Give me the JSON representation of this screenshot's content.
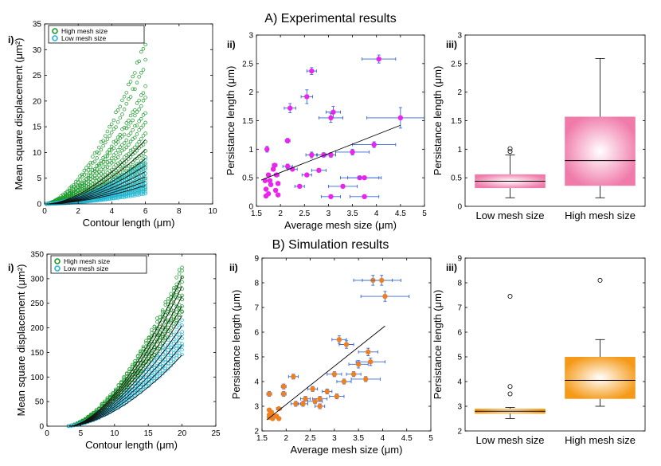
{
  "sections": [
    {
      "title": "A)  Experimental results"
    },
    {
      "title": "B)  Simulation results"
    }
  ],
  "colors": {
    "high": "#1a9a2a",
    "low": "#22b8d8",
    "exp_point": "#ee22ee",
    "sim_point": "#f07f1f",
    "errorbar": "#3566d6",
    "box_exp": "#f07aaa",
    "box_sim": "#f59a18"
  },
  "chart_data": [
    {
      "id": "A-i",
      "panel_label": "i)",
      "type": "scatter",
      "xlabel": "Contour length (μm)",
      "ylabel": "Mean square displacement (μm²)",
      "xlim": [
        0,
        10
      ],
      "ylim": [
        0,
        35
      ],
      "xticks": [
        0,
        2,
        4,
        6,
        8,
        10
      ],
      "xtick_labels": [
        "0",
        "2",
        "4",
        "6",
        "8",
        "10"
      ],
      "yticks": [
        0,
        5,
        10,
        15,
        20,
        25,
        30,
        35
      ],
      "ytick_labels": [
        "0",
        "5",
        "10",
        "15",
        "20",
        "25",
        "30",
        "35"
      ],
      "legend": [
        "High mesh size",
        "Low mesh size"
      ],
      "legend_position": "top-left",
      "x_range": [
        0.1,
        6.0
      ],
      "point_count": 48,
      "series": [
        {
          "name": "High mesh size",
          "curve_end_values": [
            31.3,
            27.5,
            22.5,
            20.5,
            18.0,
            15.8,
            13.5,
            12.0,
            10.2,
            9.0,
            8.0,
            7.0,
            6.0,
            5.0,
            4.0,
            3.0
          ]
        },
        {
          "name": "Low mesh size",
          "curve_end_values": [
            8.5,
            7.5,
            6.8,
            6.0,
            5.2,
            4.5,
            4.0,
            3.6,
            3.2,
            2.7,
            2.3,
            2.0
          ]
        }
      ],
      "fit_end_values": [
        12.5,
        10.6,
        8.8,
        7.5,
        6.3,
        5.3,
        4.4,
        3.6
      ]
    },
    {
      "id": "A-ii",
      "panel_label": "ii)",
      "type": "scatter",
      "xlabel": "Average mesh size (μm)",
      "ylabel": "Persistance length (μm)",
      "xlim": [
        1.5,
        5
      ],
      "ylim": [
        0,
        3
      ],
      "xticks": [
        1.5,
        2,
        2.5,
        3,
        3.5,
        4,
        4.5,
        5
      ],
      "xtick_labels": [
        "1.5",
        "2",
        "2.5",
        "3",
        "3.5",
        "4",
        "4.5",
        "5"
      ],
      "yticks": [
        0,
        0.5,
        1,
        1.5,
        2,
        2.5,
        3
      ],
      "ytick_labels": [
        "0",
        "0.5",
        "1",
        "1.5",
        "2",
        "2.5",
        "3"
      ],
      "points": [
        {
          "x": 4.05,
          "y": 2.58,
          "xerr": 0.35,
          "yerr": 0.07
        },
        {
          "x": 2.65,
          "y": 2.37,
          "xerr": 0.1,
          "yerr": 0.06
        },
        {
          "x": 2.55,
          "y": 1.92,
          "xerr": 0.12,
          "yerr": 0.12
        },
        {
          "x": 2.2,
          "y": 1.72,
          "xerr": 0.12,
          "yerr": 0.08
        },
        {
          "x": 3.1,
          "y": 1.65,
          "xerr": 0.15,
          "yerr": 0.1
        },
        {
          "x": 3.05,
          "y": 1.55,
          "xerr": 0.25,
          "yerr": 0.08
        },
        {
          "x": 4.5,
          "y": 1.55,
          "xerr": 0.7,
          "yerr": 0.18
        },
        {
          "x": 2.15,
          "y": 1.15,
          "xerr": 0.05,
          "yerr": 0.04
        },
        {
          "x": 3.95,
          "y": 1.08,
          "xerr": 0.45,
          "yerr": 0.05
        },
        {
          "x": 1.72,
          "y": 1.0,
          "xerr": 0.03,
          "yerr": 0.05
        },
        {
          "x": 3.5,
          "y": 0.95,
          "xerr": 0.35,
          "yerr": 0.05
        },
        {
          "x": 2.65,
          "y": 0.9,
          "xerr": 0.12,
          "yerr": 0.05
        },
        {
          "x": 2.9,
          "y": 0.9,
          "xerr": 0.15,
          "yerr": 0.04
        },
        {
          "x": 3.05,
          "y": 0.9,
          "xerr": 0.1,
          "yerr": 0.04
        },
        {
          "x": 2.15,
          "y": 0.7,
          "xerr": 0.1,
          "yerr": 0.04
        },
        {
          "x": 1.88,
          "y": 0.72,
          "xerr": 0.05,
          "yerr": 0.03
        },
        {
          "x": 1.85,
          "y": 0.65,
          "xerr": 0.04,
          "yerr": 0.03
        },
        {
          "x": 2.25,
          "y": 0.65,
          "xerr": 0.1,
          "yerr": 0.03
        },
        {
          "x": 2.8,
          "y": 0.63,
          "xerr": 0.15,
          "yerr": 0.03
        },
        {
          "x": 1.92,
          "y": 0.55,
          "xerr": 0.05,
          "yerr": 0.03
        },
        {
          "x": 1.75,
          "y": 0.55,
          "xerr": 0.04,
          "yerr": 0.03
        },
        {
          "x": 2.55,
          "y": 0.55,
          "xerr": 0.1,
          "yerr": 0.03
        },
        {
          "x": 3.65,
          "y": 0.5,
          "xerr": 0.4,
          "yerr": 0.03
        },
        {
          "x": 3.75,
          "y": 0.5,
          "xerr": 0.35,
          "yerr": 0.03
        },
        {
          "x": 1.68,
          "y": 0.45,
          "xerr": 0.03,
          "yerr": 0.03
        },
        {
          "x": 1.78,
          "y": 0.45,
          "xerr": 0.03,
          "yerr": 0.03
        },
        {
          "x": 1.95,
          "y": 0.4,
          "xerr": 0.04,
          "yerr": 0.03
        },
        {
          "x": 1.8,
          "y": 0.38,
          "xerr": 0.03,
          "yerr": 0.03
        },
        {
          "x": 2.4,
          "y": 0.35,
          "xerr": 0.1,
          "yerr": 0.03
        },
        {
          "x": 3.3,
          "y": 0.35,
          "xerr": 0.3,
          "yerr": 0.03
        },
        {
          "x": 1.7,
          "y": 0.3,
          "xerr": 0.03,
          "yerr": 0.02
        },
        {
          "x": 1.9,
          "y": 0.28,
          "xerr": 0.03,
          "yerr": 0.02
        },
        {
          "x": 1.75,
          "y": 0.22,
          "xerr": 0.03,
          "yerr": 0.02
        },
        {
          "x": 1.95,
          "y": 0.2,
          "xerr": 0.03,
          "yerr": 0.02
        },
        {
          "x": 1.7,
          "y": 0.18,
          "xerr": 0.03,
          "yerr": 0.02
        },
        {
          "x": 3.05,
          "y": 0.17,
          "xerr": 0.2,
          "yerr": 0.02
        },
        {
          "x": 3.75,
          "y": 0.17,
          "xerr": 0.3,
          "yerr": 0.02
        }
      ],
      "fit_line": {
        "x": [
          1.6,
          4.5
        ],
        "y": [
          0.46,
          1.42
        ]
      }
    },
    {
      "id": "A-iii",
      "panel_label": "iii)",
      "type": "box",
      "xlabel": "",
      "ylabel": "Persistance length (μm)",
      "ylim": [
        0,
        3
      ],
      "yticks": [
        0,
        0.5,
        1,
        1.5,
        2,
        2.5,
        3
      ],
      "ytick_labels": [
        "0",
        "0.5",
        "1",
        "1.5",
        "2",
        "2.5",
        "3"
      ],
      "categories": [
        "Low mesh size",
        "High mesh size"
      ],
      "boxes": [
        {
          "min": 0.15,
          "q1": 0.32,
          "median": 0.44,
          "q3": 0.56,
          "max": 0.9,
          "outliers": [
            0.96,
            1.01
          ]
        },
        {
          "min": 0.15,
          "q1": 0.36,
          "median": 0.8,
          "q3": 1.57,
          "max": 2.59,
          "outliers": []
        }
      ]
    },
    {
      "id": "B-i",
      "panel_label": "i)",
      "type": "scatter",
      "xlabel": "Contour length (μm)",
      "ylabel": "Mean square displacement (μm²)",
      "xlim": [
        0,
        25
      ],
      "ylim": [
        0,
        350
      ],
      "xticks": [
        0,
        5,
        10,
        15,
        20,
        25
      ],
      "xtick_labels": [
        "0",
        "5",
        "10",
        "15",
        "20",
        "25"
      ],
      "yticks": [
        0,
        50,
        100,
        150,
        200,
        250,
        300,
        350
      ],
      "ytick_labels": [
        "0",
        "50",
        "100",
        "150",
        "200",
        "250",
        "300",
        "350"
      ],
      "legend": [
        "High mesh size",
        "Low mesh size"
      ],
      "legend_position": "top-left",
      "x_range": [
        3.2,
        20.0
      ],
      "point_count": 42,
      "series": [
        {
          "name": "High mesh size",
          "curve_end_values": [
            325,
            318,
            308,
            300,
            290,
            280,
            270,
            262,
            255,
            245,
            235,
            228
          ]
        },
        {
          "name": "Low mesh size",
          "curve_end_values": [
            215,
            205,
            195,
            185,
            178,
            170,
            162,
            155,
            148
          ]
        }
      ],
      "fit_end_values": [
        305,
        285,
        265,
        245,
        225,
        205,
        185,
        165,
        145
      ]
    },
    {
      "id": "B-ii",
      "panel_label": "ii)",
      "type": "scatter",
      "xlabel": "Average mesh size (μm)",
      "ylabel": "Persistance length (μm)",
      "xlim": [
        1.5,
        5
      ],
      "ylim": [
        2,
        9
      ],
      "xticks": [
        1.5,
        2,
        2.5,
        3,
        3.5,
        4,
        4.5,
        5
      ],
      "xtick_labels": [
        "1.5",
        "2",
        "2.5",
        "3",
        "3.5",
        "4",
        "4.5",
        "5"
      ],
      "yticks": [
        2,
        3,
        4,
        5,
        6,
        7,
        8,
        9
      ],
      "ytick_labels": [
        "2",
        "3",
        "4",
        "5",
        "6",
        "7",
        "8",
        "9"
      ],
      "points": [
        {
          "x": 3.8,
          "y": 8.1,
          "xerr": 0.4,
          "yerr": 0.2
        },
        {
          "x": 3.98,
          "y": 8.1,
          "xerr": 0.4,
          "yerr": 0.2
        },
        {
          "x": 4.05,
          "y": 7.45,
          "xerr": 0.5,
          "yerr": 0.2
        },
        {
          "x": 3.1,
          "y": 5.7,
          "xerr": 0.15,
          "yerr": 0.15
        },
        {
          "x": 3.25,
          "y": 5.5,
          "xerr": 0.15,
          "yerr": 0.15
        },
        {
          "x": 3.7,
          "y": 5.2,
          "xerr": 0.2,
          "yerr": 0.15
        },
        {
          "x": 3.75,
          "y": 4.8,
          "xerr": 0.3,
          "yerr": 0.15
        },
        {
          "x": 3.5,
          "y": 4.7,
          "xerr": 0.2,
          "yerr": 0.15
        },
        {
          "x": 3.0,
          "y": 4.3,
          "xerr": 0.15,
          "yerr": 0.1
        },
        {
          "x": 3.4,
          "y": 4.3,
          "xerr": 0.15,
          "yerr": 0.1
        },
        {
          "x": 2.15,
          "y": 4.2,
          "xerr": 0.1,
          "yerr": 0.1
        },
        {
          "x": 3.65,
          "y": 4.1,
          "xerr": 0.3,
          "yerr": 0.1
        },
        {
          "x": 3.2,
          "y": 4.0,
          "xerr": 0.15,
          "yerr": 0.1
        },
        {
          "x": 1.95,
          "y": 3.8,
          "xerr": 0.05,
          "yerr": 0.1
        },
        {
          "x": 2.55,
          "y": 3.7,
          "xerr": 0.1,
          "yerr": 0.1
        },
        {
          "x": 2.85,
          "y": 3.6,
          "xerr": 0.1,
          "yerr": 0.1
        },
        {
          "x": 1.65,
          "y": 3.5,
          "xerr": 0.05,
          "yerr": 0.1
        },
        {
          "x": 1.95,
          "y": 3.5,
          "xerr": 0.05,
          "yerr": 0.1
        },
        {
          "x": 3.05,
          "y": 3.4,
          "xerr": 0.15,
          "yerr": 0.1
        },
        {
          "x": 2.4,
          "y": 3.3,
          "xerr": 0.1,
          "yerr": 0.1
        },
        {
          "x": 2.7,
          "y": 3.3,
          "xerr": 0.15,
          "yerr": 0.1
        },
        {
          "x": 2.6,
          "y": 3.2,
          "xerr": 0.15,
          "yerr": 0.1
        },
        {
          "x": 2.2,
          "y": 3.1,
          "xerr": 0.1,
          "yerr": 0.1
        },
        {
          "x": 2.35,
          "y": 3.1,
          "xerr": 0.1,
          "yerr": 0.1
        },
        {
          "x": 2.7,
          "y": 3.0,
          "xerr": 0.1,
          "yerr": 0.1
        },
        {
          "x": 1.85,
          "y": 2.9,
          "xerr": 0.05,
          "yerr": 0.05
        },
        {
          "x": 1.65,
          "y": 2.85,
          "xerr": 0.03,
          "yerr": 0.05
        },
        {
          "x": 1.7,
          "y": 2.75,
          "xerr": 0.03,
          "yerr": 0.05
        },
        {
          "x": 1.65,
          "y": 2.65,
          "xerr": 0.03,
          "yerr": 0.05
        },
        {
          "x": 1.75,
          "y": 2.6,
          "xerr": 0.03,
          "yerr": 0.05
        },
        {
          "x": 1.8,
          "y": 2.6,
          "xerr": 0.03,
          "yerr": 0.05
        },
        {
          "x": 1.65,
          "y": 2.55,
          "xerr": 0.03,
          "yerr": 0.05
        },
        {
          "x": 1.72,
          "y": 2.5,
          "xerr": 0.03,
          "yerr": 0.05
        },
        {
          "x": 1.85,
          "y": 2.5,
          "xerr": 0.03,
          "yerr": 0.05
        }
      ],
      "fit_line": {
        "x": [
          1.6,
          4.05
        ],
        "y": [
          2.45,
          6.25
        ]
      }
    },
    {
      "id": "B-iii",
      "panel_label": "iii)",
      "type": "box",
      "xlabel": "",
      "ylabel": "Persistance length (μm)",
      "ylim": [
        2,
        9
      ],
      "yticks": [
        2,
        3,
        4,
        5,
        6,
        7,
        8,
        9
      ],
      "ytick_labels": [
        "2",
        "3",
        "4",
        "5",
        "6",
        "7",
        "8",
        "9"
      ],
      "categories": [
        "Low mesh size",
        "High mesh size"
      ],
      "boxes": [
        {
          "min": 2.5,
          "q1": 2.7,
          "median": 2.8,
          "q3": 2.9,
          "max": 2.95,
          "outliers": [
            3.5,
            3.8,
            7.45
          ]
        },
        {
          "min": 3.0,
          "q1": 3.3,
          "median": 4.05,
          "q3": 5.0,
          "max": 5.7,
          "outliers": [
            8.1
          ]
        }
      ]
    }
  ]
}
